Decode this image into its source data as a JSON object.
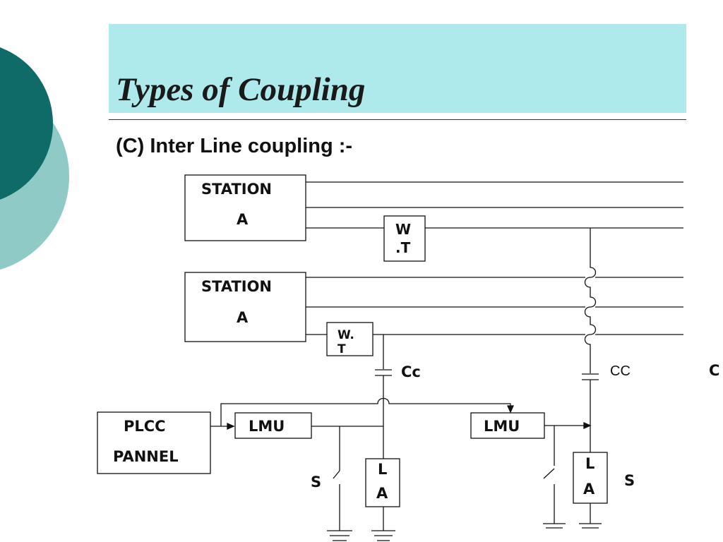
{
  "slide": {
    "title": "Types of Coupling",
    "subtitle": "(C) Inter Line coupling :-"
  },
  "diagram": {
    "station_top": [
      "STATION",
      "A"
    ],
    "station_bottom": [
      "STATION",
      "A"
    ],
    "wave_trap_top": [
      "W",
      ".T"
    ],
    "wave_trap_bottom": [
      "W.",
      "T"
    ],
    "coupling_cap_left": "Cc",
    "coupling_cap_right": "CC",
    "coupling_cap_edge": "C",
    "plcc_panel": [
      "PLCC",
      "PANNEL"
    ],
    "lmu_left": "LMU",
    "lmu_right": "LMU",
    "switch_left": "S",
    "switch_right": "S",
    "la_left": [
      "L",
      "A"
    ],
    "la_right": [
      "L",
      "A"
    ]
  },
  "colors": {
    "title_band": "#aeeaeb",
    "circle_dark": "#0e6b67",
    "circle_light": "#8fcac6"
  }
}
